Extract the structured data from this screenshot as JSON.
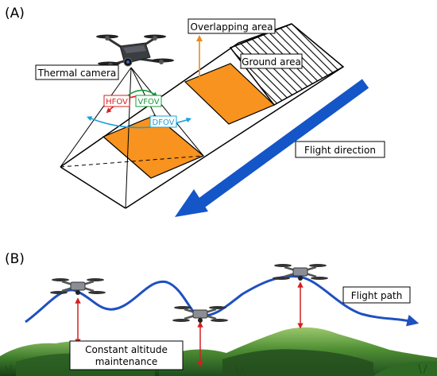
{
  "panel_a": {
    "label": "(A)",
    "labels": {
      "overlapping_area": "Overlapping area",
      "ground_area": "Ground area",
      "thermal_camera": "Thermal camera",
      "hfov": "HFOV",
      "vfov": "VFOV",
      "dfov": "DFOV",
      "flight_direction": "Flight direction"
    },
    "colors": {
      "overlap_fill": "#f7931e",
      "arrow_blue": "#1455c8",
      "hfov": "#d62020",
      "vfov": "#1a9a3a",
      "dfov": "#1aa0d8",
      "orange_line": "#e98a1e"
    }
  },
  "panel_b": {
    "label": "(B)",
    "labels": {
      "flight_path": "Flight path",
      "constant_altitude_line1": "Constant altitude",
      "constant_altitude_line2": "maintenance"
    },
    "colors": {
      "path_blue": "#1f50c0",
      "altitude_red": "#d42020",
      "hill_dark": "#1f4d1f",
      "hill_mid": "#3f7f2a",
      "hill_light": "#8fc063"
    }
  }
}
